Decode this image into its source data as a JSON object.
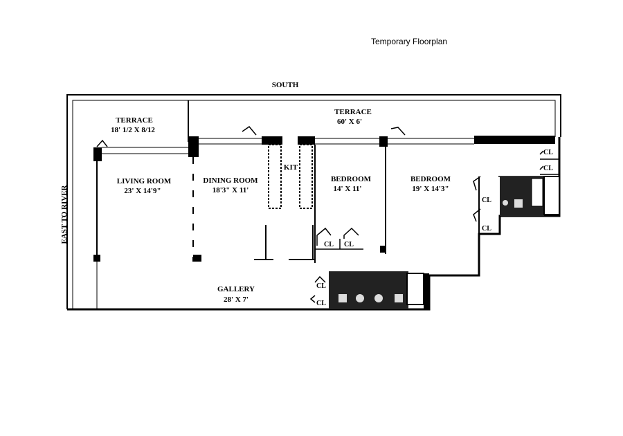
{
  "caption": "Temporary Floorplan",
  "orientation": {
    "top": "SOUTH",
    "left": "EAST TO RIVER"
  },
  "rooms": [
    {
      "name": "TERRACE",
      "size": "18' 1/2 X 8/12"
    },
    {
      "name": "TERRACE",
      "size": "60' X 6'"
    },
    {
      "name": "LIVING ROOM",
      "size": "23' X 14'9\""
    },
    {
      "name": "DINING ROOM",
      "size": "18'3\" X 11'"
    },
    {
      "name": "KIT",
      "size": ""
    },
    {
      "name": "BEDROOM",
      "size": "14' X 11'"
    },
    {
      "name": "BEDROOM",
      "size": "19' X 14'3\""
    },
    {
      "name": "GALLERY",
      "size": "28' X 7'"
    }
  ],
  "closet_label": "CL"
}
